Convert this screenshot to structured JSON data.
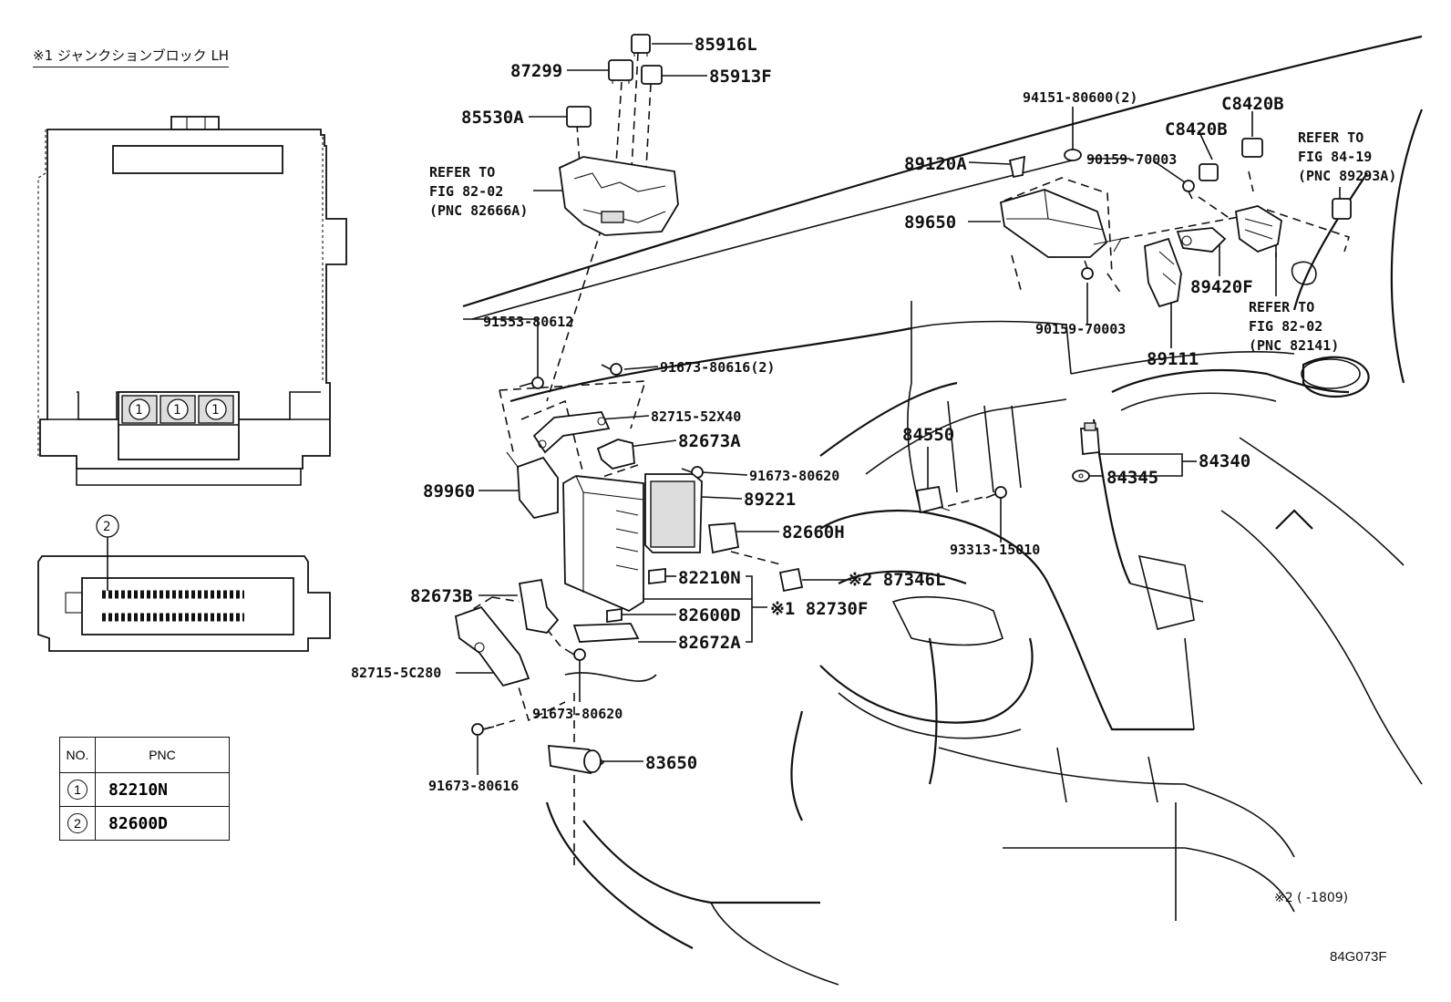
{
  "header_note": "※1 ジャンクションブロック LH",
  "figure_code": "84G073F",
  "footnote": "※2 (      -1809)",
  "legend": {
    "col_no": "NO.",
    "col_pnc": "PNC",
    "rows": [
      {
        "no": "1",
        "pnc": "82210N"
      },
      {
        "no": "2",
        "pnc": "82600D"
      }
    ]
  },
  "junction_inset": {
    "callout_1": "1",
    "callout_2": "2"
  },
  "labels": {
    "p85916L": "85916L",
    "p87299": "87299",
    "p85913F": "85913F",
    "p85530A": "85530A",
    "refer_82666A_1": "REFER TO",
    "refer_82666A_2": "FIG 82-02",
    "refer_82666A_3": "(PNC 82666A)",
    "p91553": "91553-80612",
    "p91673_2": "91673-80616(2)",
    "p82715_52X40": "82715-52X40",
    "p82673A": "82673A",
    "p89960": "89960",
    "p91673_80620a": "91673-80620",
    "p89221": "89221",
    "p82660H": "82660H",
    "p87346L": "※2 87346L",
    "p82210N": "82210N",
    "p82600D": "82600D",
    "p82730F": "※1 82730F",
    "p82673B": "82673B",
    "p82672A": "82672A",
    "p82715_5C280": "82715-5C280",
    "p91673_80620b": "91673-80620",
    "p91673_80616": "91673-80616",
    "p83650": "83650",
    "p94151": "94151-80600(2)",
    "p90159a": "90159-70003",
    "p89120A": "89120A",
    "p89650": "89650",
    "p90159b": "90159-70003",
    "p89111": "89111",
    "p89420F": "89420F",
    "pC8420B_1": "C8420B",
    "pC8420B_2": "C8420B",
    "refer_89293A_1": "REFER TO",
    "refer_89293A_2": "FIG 84-19",
    "refer_89293A_3": "(PNC 89293A)",
    "refer_82141_1": "REFER TO",
    "refer_82141_2": "FIG 82-02",
    "refer_82141_3": "(PNC 82141)",
    "p84550": "84550",
    "p93313": "93313-15010",
    "p84340": "84340",
    "p84345": "84345"
  }
}
